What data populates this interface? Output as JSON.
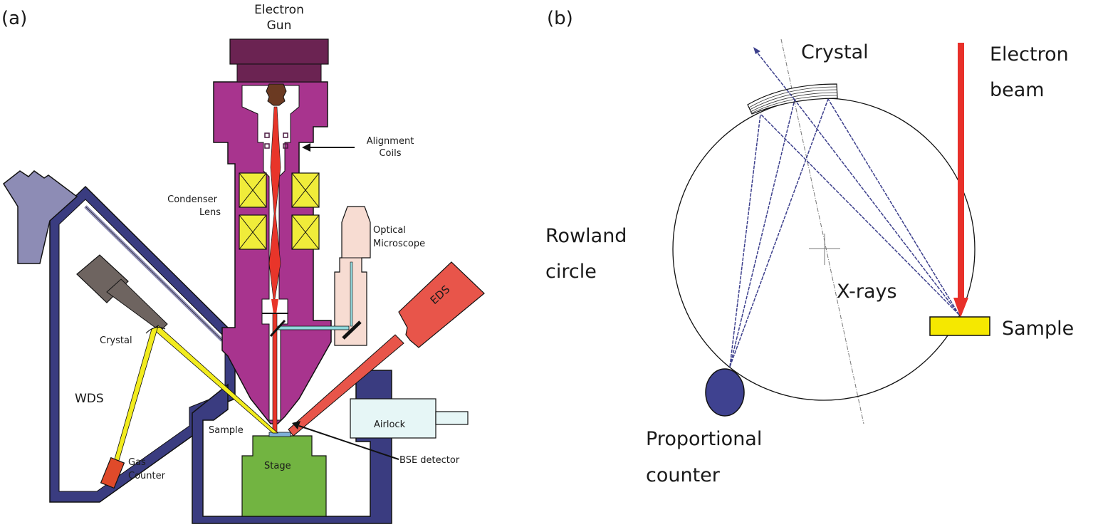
{
  "panel_a": {
    "tag": "(a)",
    "labels": {
      "electron_gun_line1": "Electron",
      "electron_gun_line2": "Gun",
      "alignment_coils_line1": "Alignment",
      "alignment_coils_line2": "Coils",
      "condenser_lens_line1": "Condenser",
      "condenser_lens_line2": "Lens",
      "optical_microscope_line1": "Optical",
      "optical_microscope_line2": "Microscope",
      "eds": "EDS",
      "crystal": "Crystal",
      "wds": "WDS",
      "sample": "Sample",
      "airlock": "Airlock",
      "gas_counter_line1": "Gas",
      "gas_counter_line2": "Counter",
      "stage": "Stage",
      "bse_detector": "BSE detector"
    },
    "colors": {
      "column": "#a8348e",
      "gun_cap": "#6b2352",
      "filament": "#6b3a22",
      "lens_coil": "#f0ec3a",
      "beam": "#e8352a",
      "chamber_wall": "#3a3c80",
      "wds_head": "#8d8cb5",
      "crystal_holder": "#6e6460",
      "optical": "#f7dcd2",
      "eds": "#e8554a",
      "airlock": "#e6f6f6",
      "stage": "#72b441",
      "gas_counter": "#e04a2a",
      "xray_path": "#f2ec1e"
    }
  },
  "panel_b": {
    "tag": "(b)",
    "labels": {
      "crystal": "Crystal",
      "electron_beam_line1": "Electron",
      "electron_beam_line2": "beam",
      "rowland_circle_line1": "Rowland",
      "rowland_circle_line2": "circle",
      "xrays": "X-rays",
      "sample": "Sample",
      "proportional_counter_line1": "Proportional",
      "proportional_counter_line2": "counter"
    },
    "colors": {
      "beam": "#e8302a",
      "ray": "#3c3f8c",
      "sample": "#f5e800",
      "counter": "#3f4290",
      "circle": "#111111"
    }
  }
}
